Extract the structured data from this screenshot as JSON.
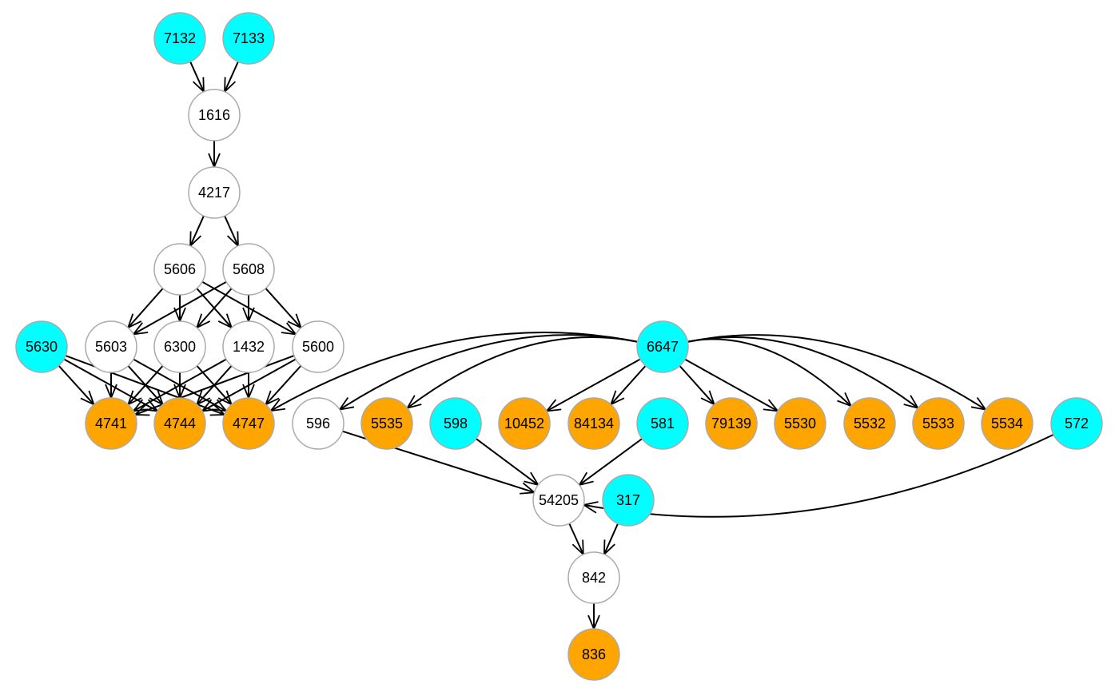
{
  "colors": {
    "cyan": "#00FFFF",
    "orange": "#FFA500",
    "white": "#FFFFFF",
    "node_border": "#AAAAAA",
    "edge": "#000000"
  },
  "nodes": [
    {
      "id": "7132",
      "label": "7132",
      "fill": "cyan"
    },
    {
      "id": "7133",
      "label": "7133",
      "fill": "cyan"
    },
    {
      "id": "1616",
      "label": "1616",
      "fill": "white"
    },
    {
      "id": "4217",
      "label": "4217",
      "fill": "white"
    },
    {
      "id": "5606",
      "label": "5606",
      "fill": "white"
    },
    {
      "id": "5608",
      "label": "5608",
      "fill": "white"
    },
    {
      "id": "5630",
      "label": "5630",
      "fill": "cyan"
    },
    {
      "id": "5603",
      "label": "5603",
      "fill": "white"
    },
    {
      "id": "6300",
      "label": "6300",
      "fill": "white"
    },
    {
      "id": "1432",
      "label": "1432",
      "fill": "white"
    },
    {
      "id": "5600",
      "label": "5600",
      "fill": "white"
    },
    {
      "id": "6647",
      "label": "6647",
      "fill": "cyan"
    },
    {
      "id": "4741",
      "label": "4741",
      "fill": "orange"
    },
    {
      "id": "4744",
      "label": "4744",
      "fill": "orange"
    },
    {
      "id": "4747",
      "label": "4747",
      "fill": "orange"
    },
    {
      "id": "596",
      "label": "596",
      "fill": "white"
    },
    {
      "id": "5535",
      "label": "5535",
      "fill": "orange"
    },
    {
      "id": "598",
      "label": "598",
      "fill": "cyan"
    },
    {
      "id": "10452",
      "label": "10452",
      "fill": "orange"
    },
    {
      "id": "84134",
      "label": "84134",
      "fill": "orange"
    },
    {
      "id": "581",
      "label": "581",
      "fill": "cyan"
    },
    {
      "id": "79139",
      "label": "79139",
      "fill": "orange"
    },
    {
      "id": "5530",
      "label": "5530",
      "fill": "orange"
    },
    {
      "id": "5532",
      "label": "5532",
      "fill": "orange"
    },
    {
      "id": "5533",
      "label": "5533",
      "fill": "orange"
    },
    {
      "id": "5534",
      "label": "5534",
      "fill": "orange"
    },
    {
      "id": "572",
      "label": "572",
      "fill": "cyan"
    },
    {
      "id": "54205",
      "label": "54205",
      "fill": "white"
    },
    {
      "id": "317",
      "label": "317",
      "fill": "cyan"
    },
    {
      "id": "842",
      "label": "842",
      "fill": "white"
    },
    {
      "id": "836",
      "label": "836",
      "fill": "orange"
    }
  ],
  "edges": [
    {
      "from": "7132",
      "to": "1616"
    },
    {
      "from": "7133",
      "to": "1616"
    },
    {
      "from": "1616",
      "to": "4217"
    },
    {
      "from": "4217",
      "to": "5606"
    },
    {
      "from": "4217",
      "to": "5608"
    },
    {
      "from": "5606",
      "to": "5603"
    },
    {
      "from": "5606",
      "to": "6300"
    },
    {
      "from": "5606",
      "to": "1432"
    },
    {
      "from": "5606",
      "to": "5600"
    },
    {
      "from": "5608",
      "to": "5603"
    },
    {
      "from": "5608",
      "to": "6300"
    },
    {
      "from": "5608",
      "to": "1432"
    },
    {
      "from": "5608",
      "to": "5600"
    },
    {
      "from": "5630",
      "to": "4741"
    },
    {
      "from": "5630",
      "to": "4744"
    },
    {
      "from": "5630",
      "to": "4747"
    },
    {
      "from": "5603",
      "to": "4741"
    },
    {
      "from": "5603",
      "to": "4744"
    },
    {
      "from": "5603",
      "to": "4747"
    },
    {
      "from": "6300",
      "to": "4741"
    },
    {
      "from": "6300",
      "to": "4744"
    },
    {
      "from": "6300",
      "to": "4747"
    },
    {
      "from": "1432",
      "to": "4741"
    },
    {
      "from": "1432",
      "to": "4744"
    },
    {
      "from": "1432",
      "to": "4747"
    },
    {
      "from": "5600",
      "to": "4741"
    },
    {
      "from": "5600",
      "to": "4744"
    },
    {
      "from": "5600",
      "to": "4747"
    },
    {
      "from": "6647",
      "to": "4747",
      "curve": "up"
    },
    {
      "from": "6647",
      "to": "596",
      "curve": "up"
    },
    {
      "from": "6647",
      "to": "5535",
      "curve": "up"
    },
    {
      "from": "6647",
      "to": "10452"
    },
    {
      "from": "6647",
      "to": "84134"
    },
    {
      "from": "6647",
      "to": "79139"
    },
    {
      "from": "6647",
      "to": "5530"
    },
    {
      "from": "6647",
      "to": "5532",
      "curve": "up"
    },
    {
      "from": "6647",
      "to": "5533",
      "curve": "up"
    },
    {
      "from": "6647",
      "to": "5534",
      "curve": "up"
    },
    {
      "from": "596",
      "to": "54205"
    },
    {
      "from": "598",
      "to": "54205"
    },
    {
      "from": "581",
      "to": "54205"
    },
    {
      "from": "572",
      "to": "54205",
      "curve": "down"
    },
    {
      "from": "54205",
      "to": "842"
    },
    {
      "from": "317",
      "to": "842"
    },
    {
      "from": "842",
      "to": "836"
    }
  ]
}
